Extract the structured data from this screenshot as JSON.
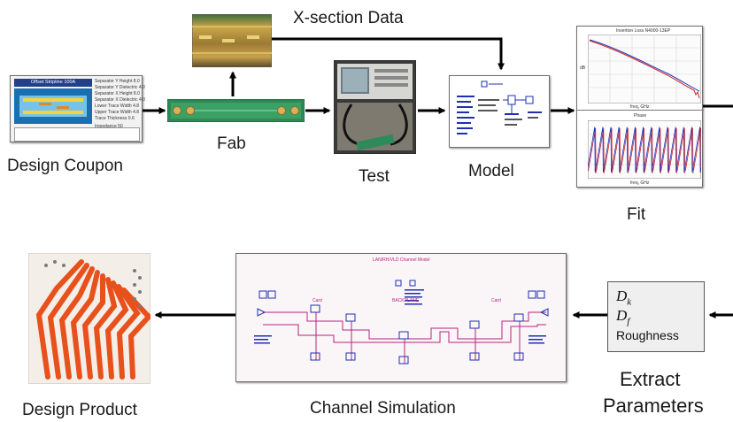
{
  "stages": {
    "design_coupon": {
      "label": "Design Coupon",
      "screen_title": "Offset Stripline 100A",
      "params": [
        {
          "name": "Separator Y Height",
          "val": "8.0"
        },
        {
          "name": "Separator Y Dielectric",
          "val": "4.0"
        },
        {
          "name": "Separator X Height",
          "val": "8.0"
        },
        {
          "name": "Separator X Dielectric",
          "val": "4.0"
        },
        {
          "name": "Lower Trace Width",
          "val": "4.8"
        },
        {
          "name": "Upper Trace Width",
          "val": "4.8"
        },
        {
          "name": "Trace Thickness",
          "val": "0.6"
        },
        {
          "name": "Impedance",
          "val": "50"
        }
      ]
    },
    "fab": {
      "label": "Fab"
    },
    "xsection": {
      "label": "X-section Data"
    },
    "test": {
      "label": "Test"
    },
    "model": {
      "label": "Model"
    },
    "fit": {
      "label": "Fit",
      "top_plot_title": "Insertion Loss N4000-13EP",
      "bottom_plot_title": "Phase",
      "xlabel": "freq, GHz",
      "ylabel": "dB",
      "colors": {
        "measured": "#cc2222",
        "model": "#2233bb"
      }
    },
    "extract": {
      "label_line1": "Extract",
      "label_line2": "Parameters",
      "dk": {
        "base": "D",
        "sub": "k"
      },
      "df": {
        "base": "D",
        "sub": "f"
      },
      "roughness": "Roughness"
    },
    "channel": {
      "label": "Channel Simulation",
      "schematic_title": "LAN/RH/VLD Channel Model",
      "section_labels": [
        "Card",
        "BACKPLANE",
        "Card"
      ]
    },
    "product": {
      "label": "Design Product"
    }
  },
  "colors": {
    "arrow": "#000000",
    "schematic_wire": "#b8237c",
    "schematic_part": "#1f2fb0",
    "board_trace": "#e8501c",
    "coupon_bg": "#1a6fb0"
  }
}
